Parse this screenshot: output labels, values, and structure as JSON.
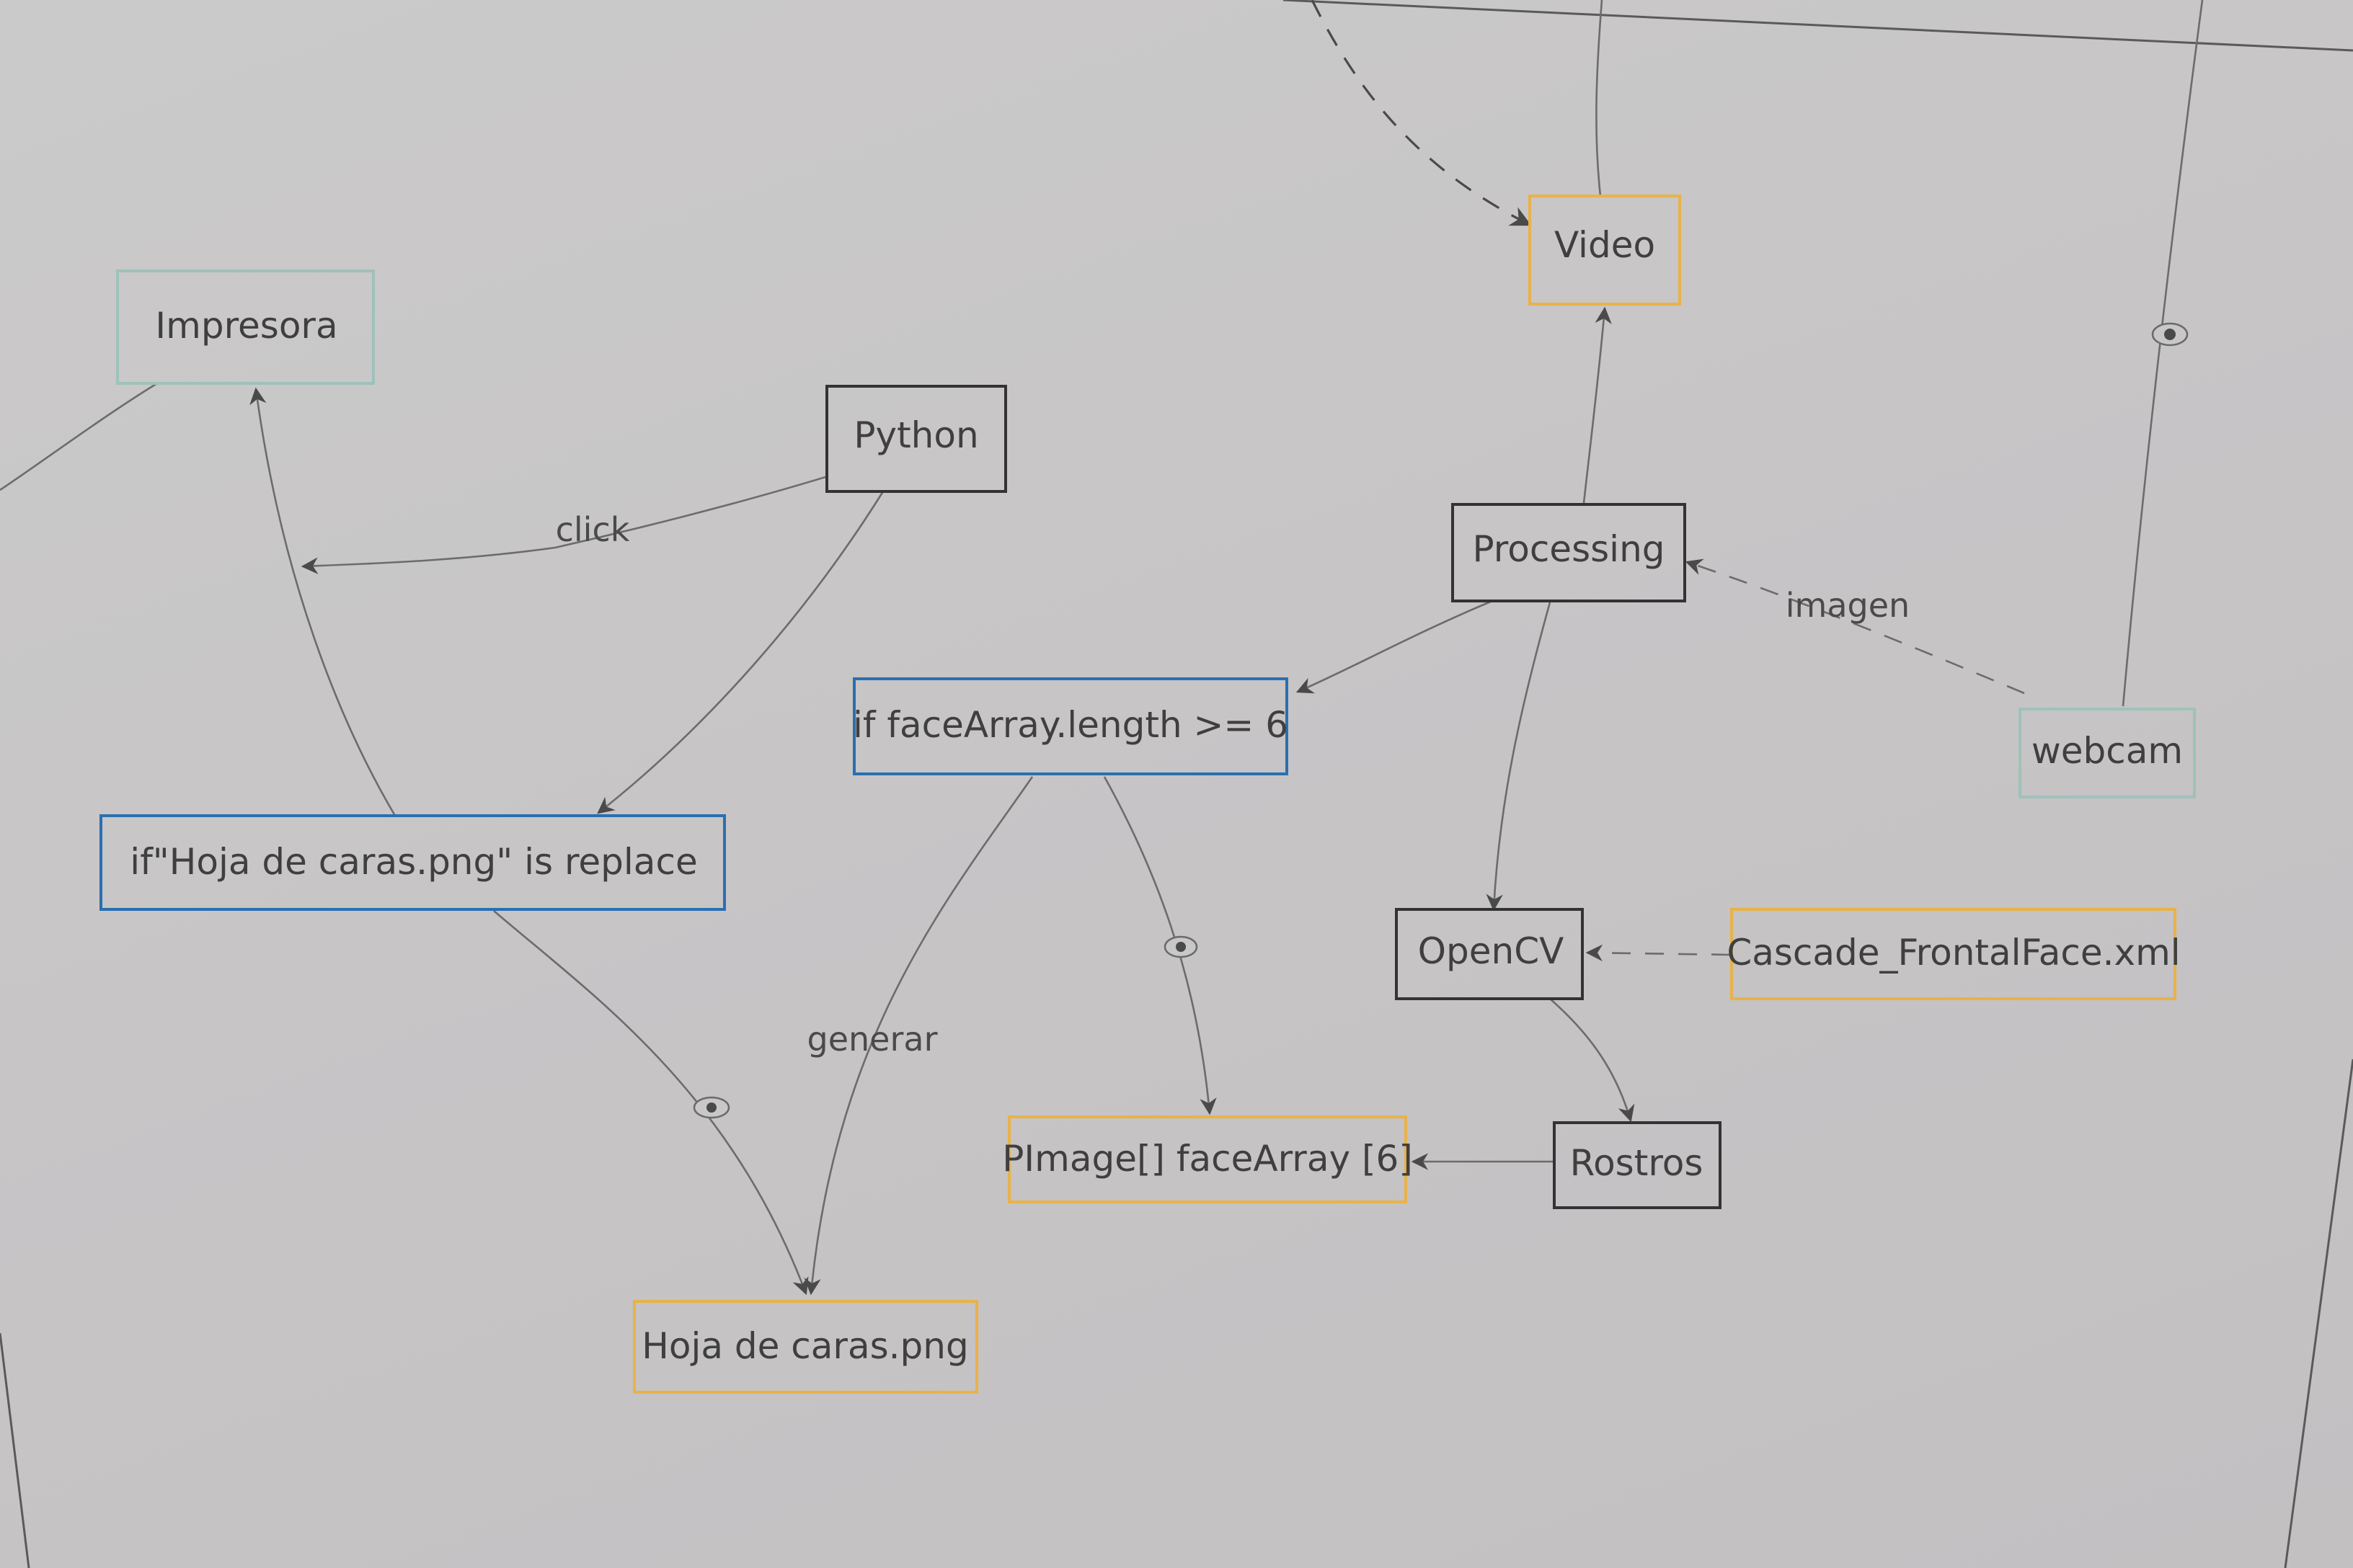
{
  "colors": {
    "black": "#333333",
    "blue": "#2a6fb0",
    "orange": "#e8b24a",
    "teal": "#9fc1bb",
    "paper": "#c8c6c7"
  },
  "nodes": [
    {
      "id": "video",
      "label": "Video",
      "color": "orange"
    },
    {
      "id": "impresora",
      "label": "Impresora",
      "color": "teal"
    },
    {
      "id": "python",
      "label": "Python",
      "color": "black"
    },
    {
      "id": "processing",
      "label": "Processing",
      "color": "black"
    },
    {
      "id": "if_face",
      "label": "if faceArray.length >= 6",
      "color": "blue"
    },
    {
      "id": "webcam",
      "label": "webcam",
      "color": "teal"
    },
    {
      "id": "if_hoja",
      "label": "if\"Hoja de caras.png\" is replace",
      "color": "blue"
    },
    {
      "id": "opencv",
      "label": "OpenCV",
      "color": "black"
    },
    {
      "id": "cascade",
      "label": "Cascade_FrontalFace.xml",
      "color": "orange"
    },
    {
      "id": "pimage",
      "label": "PImage[] faceArray [6]",
      "color": "orange"
    },
    {
      "id": "rostros",
      "label": "Rostros",
      "color": "black"
    },
    {
      "id": "hoja",
      "label": "Hoja de caras.png",
      "color": "orange"
    }
  ],
  "edges": [
    {
      "from": "python",
      "to": "impresora",
      "label": "click",
      "style": "solid"
    },
    {
      "from": "python",
      "to": "if_hoja",
      "label": "",
      "style": "solid"
    },
    {
      "from": "if_hoja",
      "to": "impresora",
      "label": "",
      "style": "solid"
    },
    {
      "from": "if_hoja",
      "to": "hoja",
      "label": "",
      "style": "solid",
      "marker": "eye"
    },
    {
      "from": "if_face",
      "to": "hoja",
      "label": "generar",
      "style": "solid"
    },
    {
      "from": "if_face",
      "to": "pimage",
      "label": "",
      "style": "solid",
      "marker": "eye"
    },
    {
      "from": "processing",
      "to": "video",
      "label": "",
      "style": "solid"
    },
    {
      "from": "processing",
      "to": "if_face",
      "label": "",
      "style": "solid"
    },
    {
      "from": "processing",
      "to": "opencv",
      "label": "",
      "style": "solid"
    },
    {
      "from": "webcam",
      "to": "processing",
      "label": "imagen",
      "style": "dashed"
    },
    {
      "from": "cascade",
      "to": "opencv",
      "label": "",
      "style": "dashed"
    },
    {
      "from": "opencv",
      "to": "rostros",
      "label": "",
      "style": "solid"
    },
    {
      "from": "rostros",
      "to": "pimage",
      "label": "",
      "style": "solid"
    },
    {
      "from": "webcam",
      "to": "external",
      "label": "",
      "style": "solid",
      "marker": "eye"
    },
    {
      "from": "external",
      "to": "video",
      "label": "",
      "style": "dashed"
    },
    {
      "from": "video",
      "to": "external",
      "label": "",
      "style": "solid"
    },
    {
      "from": "impresora",
      "to": "external",
      "label": "",
      "style": "solid"
    }
  ]
}
